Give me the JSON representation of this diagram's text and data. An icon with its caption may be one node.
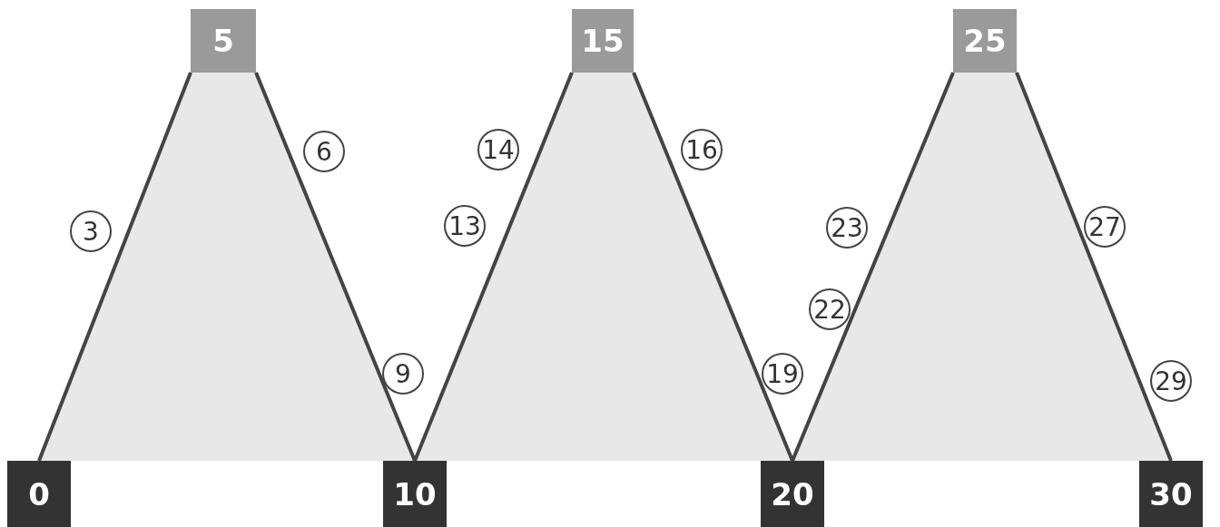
{
  "diagram": {
    "nodes": [
      {
        "text": [
          "0"
        ]
      },
      {
        "text": [
          "5"
        ]
      },
      {
        "text": [
          "10"
        ]
      },
      {
        "text": [
          "15"
        ]
      },
      {
        "text": [
          "20"
        ]
      },
      {
        "text": [
          "25"
        ]
      },
      {
        "text": [
          "30"
        ]
      },
      {
        "text": [
          "3"
        ]
      },
      {
        "text": [
          "6"
        ]
      },
      {
        "text": [
          "9"
        ]
      },
      {
        "text": [
          "13"
        ]
      },
      {
        "text": [
          "14"
        ]
      },
      {
        "text": [
          "16"
        ]
      },
      {
        "text": [
          "19"
        ]
      },
      {
        "text": [
          "22"
        ]
      },
      {
        "text": [
          "23"
        ]
      },
      {
        "text": [
          "27"
        ]
      },
      {
        "text": [
          "29"
        ]
      }
    ],
    "edges": [
      {
        "from": 0,
        "to": 1,
        "arrow": "none"
      },
      {
        "from": 1,
        "to": 2,
        "arrow": "none"
      },
      {
        "from": 2,
        "to": 3,
        "arrow": "none"
      },
      {
        "from": 3,
        "to": 4,
        "arrow": "none"
      },
      {
        "from": 4,
        "to": 5,
        "arrow": "none"
      },
      {
        "from": 5,
        "to": 6,
        "arrow": "none"
      }
    ]
  }
}
